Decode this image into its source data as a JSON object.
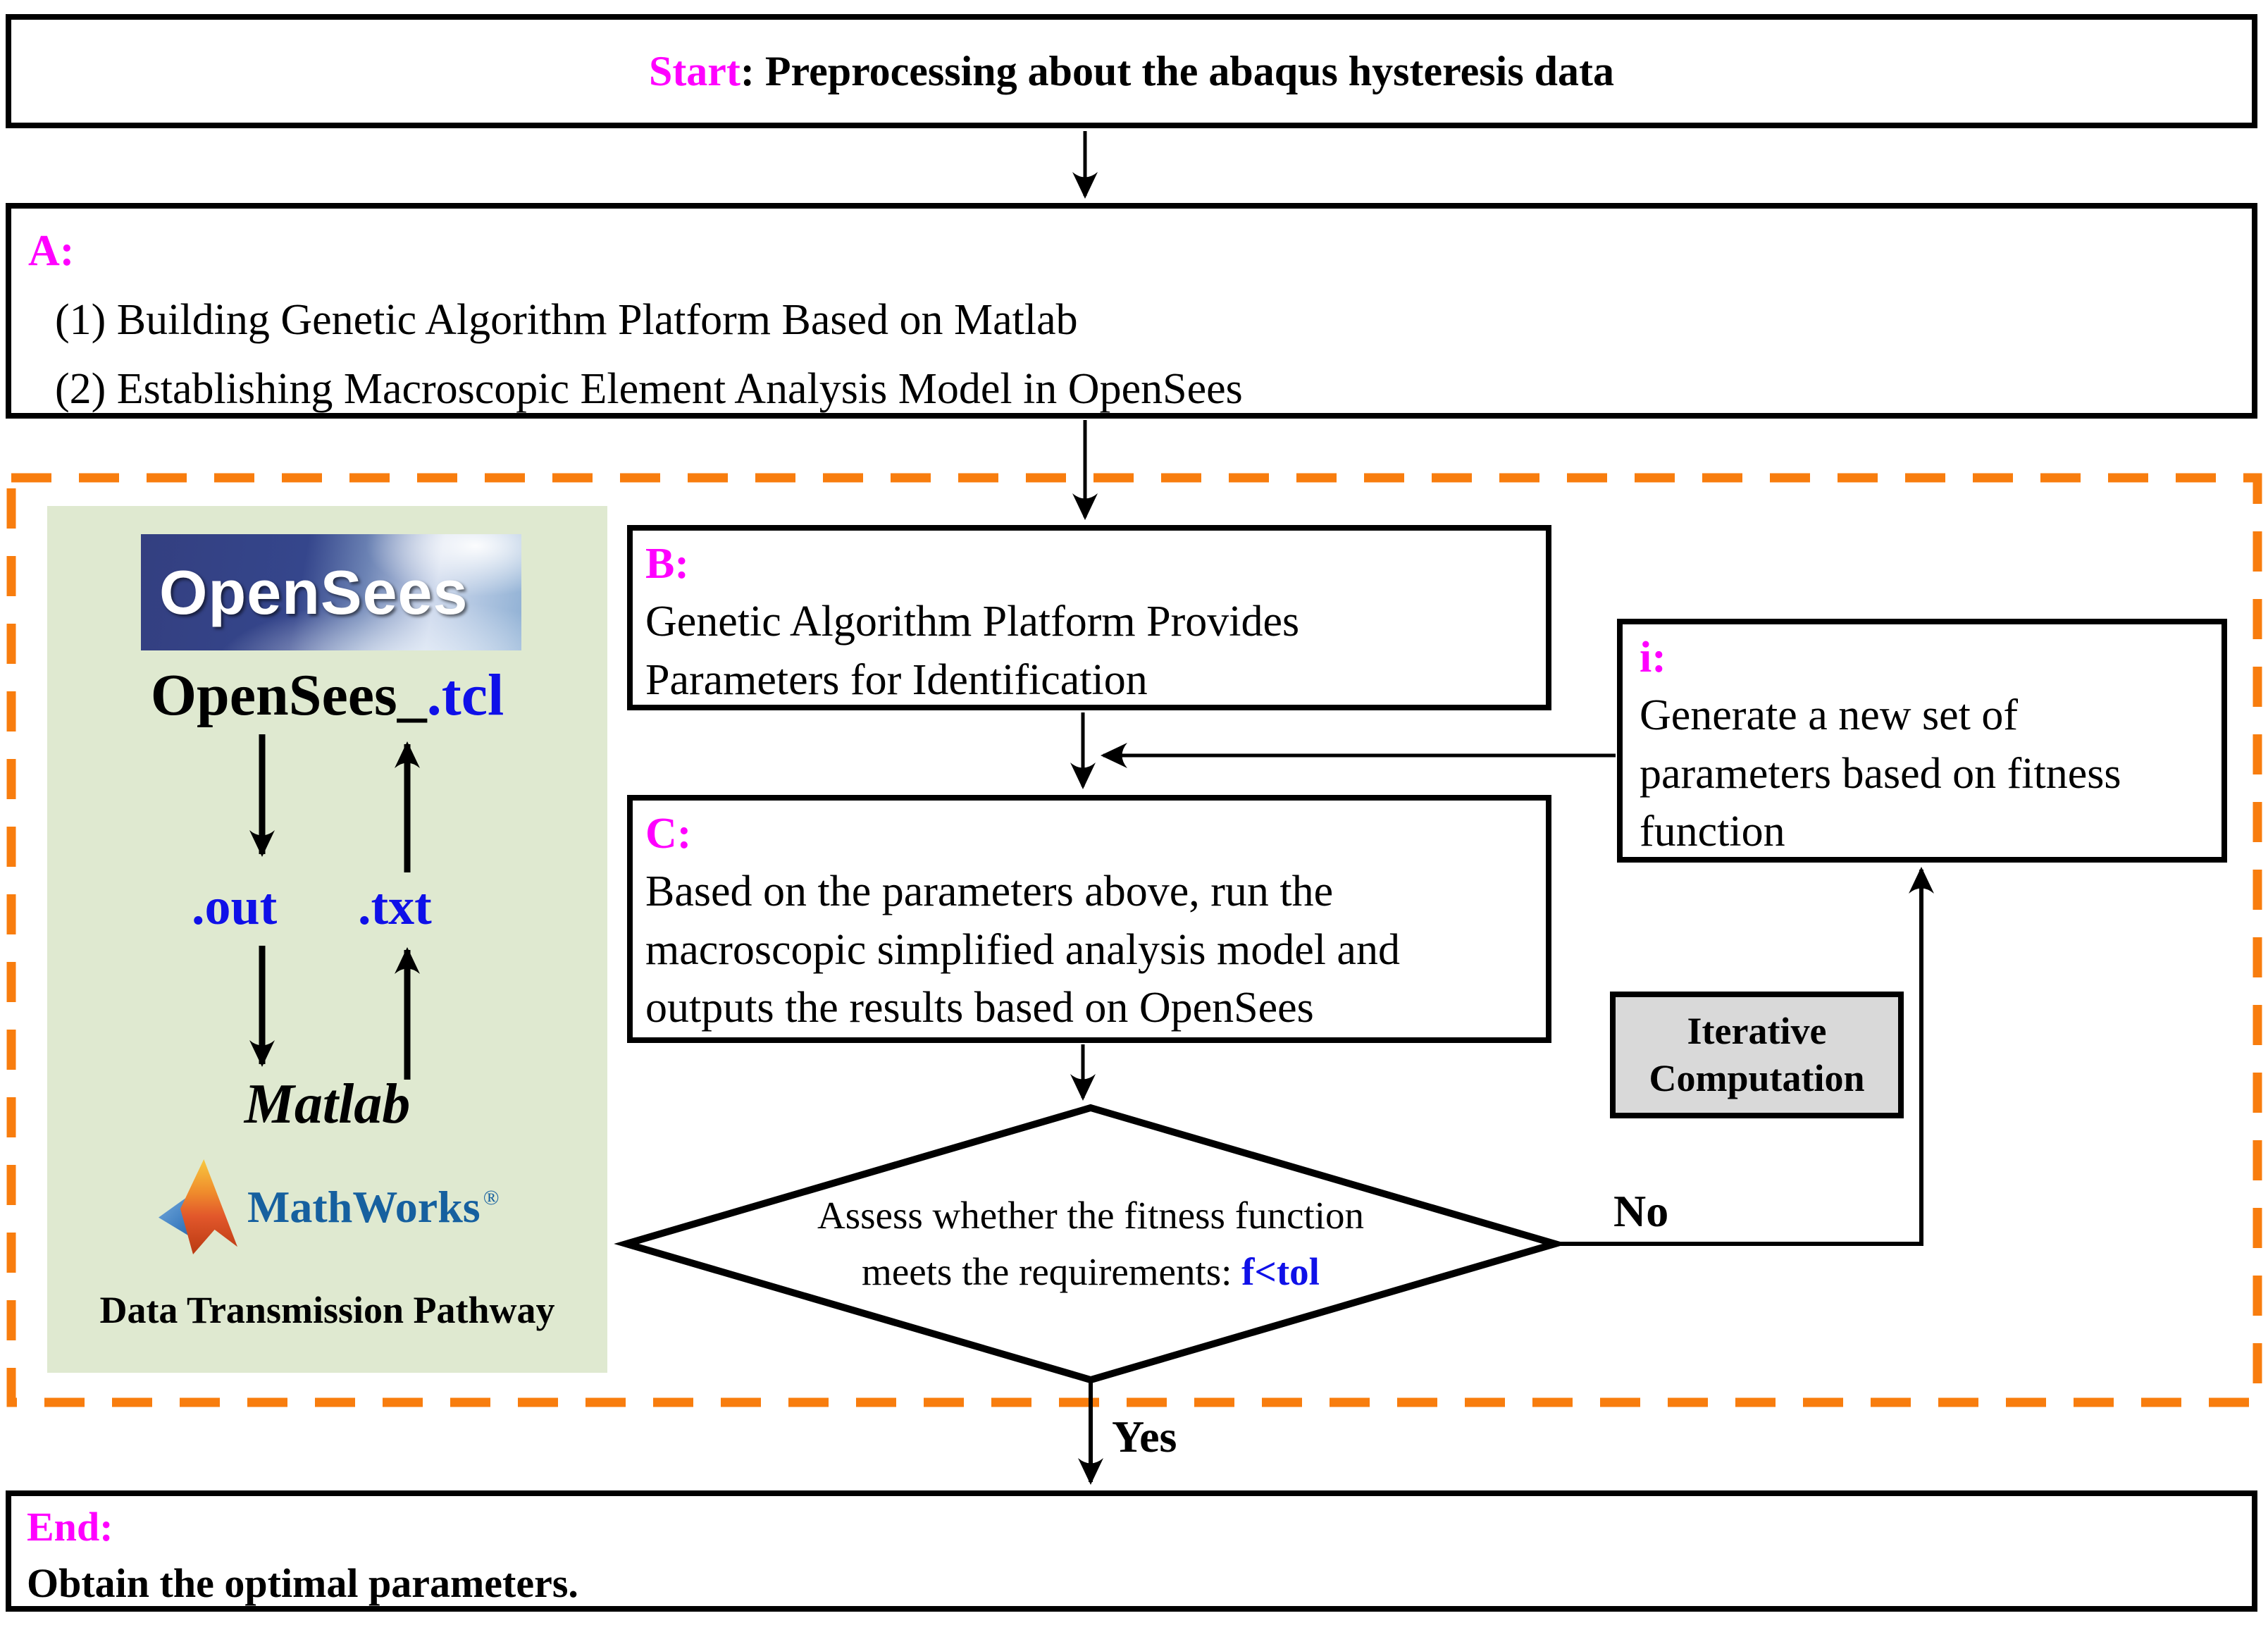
{
  "colors": {
    "magenta": "#ff00ff",
    "blue": "#0f10e8",
    "orange": "#f87d0e",
    "panel-green": "#dfe9d0",
    "box-gray": "#d9d9d9",
    "mathworks-blue": "#16609f"
  },
  "start": {
    "label": "Start",
    "text": ": Preprocessing about the abaqus hysteresis data"
  },
  "box_a": {
    "label": "A:",
    "line1": "(1) Building Genetic Algorithm Platform Based on Matlab",
    "line2": "(2) Establishing Macroscopic Element Analysis Model in OpenSees"
  },
  "box_b": {
    "label": "B:",
    "line1": "Genetic Algorithm Platform Provides",
    "line2": "Parameters for Identification"
  },
  "box_c": {
    "label": "C:",
    "line1": "Based on the parameters above, run the",
    "line2": "macroscopic simplified analysis model and",
    "line3": "outputs the results based on OpenSees"
  },
  "box_i": {
    "label": "i:",
    "line1": "Generate a new set of",
    "line2": "parameters based on fitness",
    "line3": "function"
  },
  "iterative": {
    "line1": "Iterative",
    "line2": "Computation"
  },
  "decision": {
    "line1": "Assess whether the fitness function",
    "line2": "meets the requirements: ",
    "condition": "f<tol"
  },
  "edges": {
    "yes": "Yes",
    "no": "No"
  },
  "end": {
    "label": "End:",
    "text": "Obtain the optimal parameters."
  },
  "panel": {
    "logo": "OpenSees",
    "file_base": "OpenSees_",
    "file_ext": ".tcl",
    "out": ".out",
    "txt": ".txt",
    "matlab": "Matlab",
    "mathworks": "MathWorks",
    "registered": "®",
    "caption": "Data Transmission Pathway"
  }
}
